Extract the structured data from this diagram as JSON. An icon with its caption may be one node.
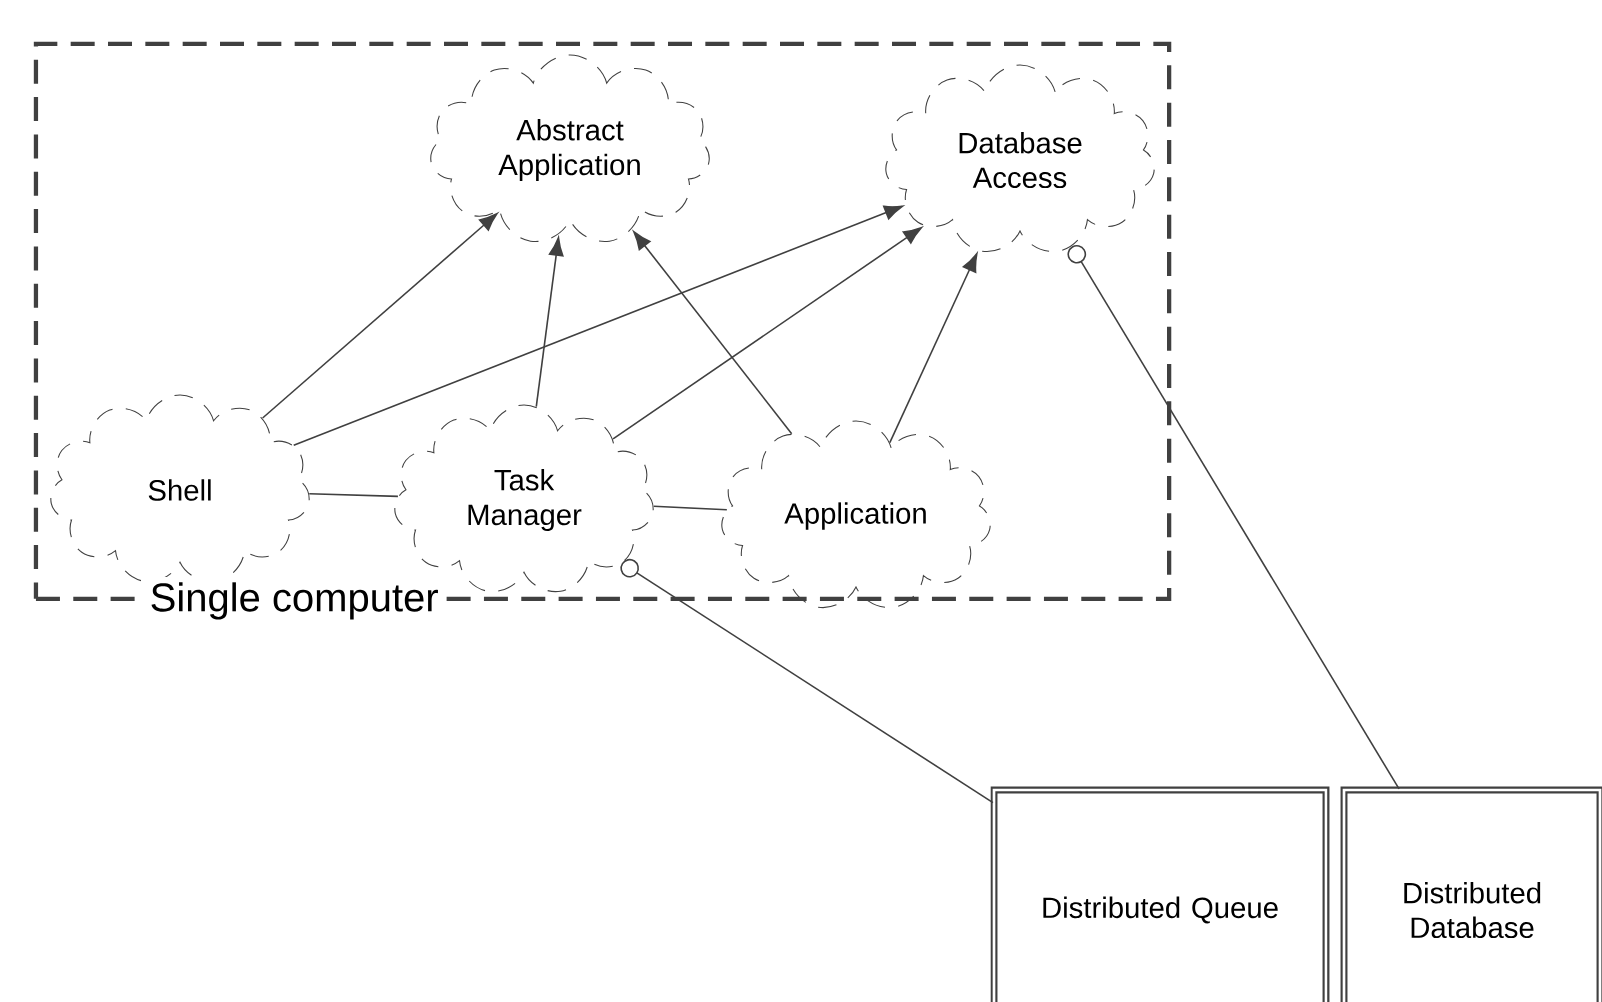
{
  "diagram": {
    "nodes": [
      {
        "text": [
          "Single computer"
        ]
      },
      {
        "text": [
          "Abstract Application"
        ],
        "in": 0
      },
      {
        "text": [
          "Database Access"
        ],
        "in": 0
      },
      {
        "text": [
          "Shell"
        ],
        "in": 0
      },
      {
        "text": [
          "Task Manager"
        ],
        "in": 0
      },
      {
        "text": [
          "Application"
        ],
        "in": 0
      },
      {
        "text": [
          "Distributed Queue"
        ]
      },
      {
        "text": [
          "Distributed Database"
        ]
      }
    ],
    "edges": [
      {
        "from": 3,
        "to": 1,
        "arrow": "to"
      },
      {
        "from": 3,
        "to": 2,
        "arrow": "to"
      },
      {
        "from": 4,
        "to": 1,
        "arrow": "to"
      },
      {
        "from": 4,
        "to": 2,
        "arrow": "to"
      },
      {
        "from": 5,
        "to": 1,
        "arrow": "to"
      },
      {
        "from": 5,
        "to": 2,
        "arrow": "to"
      },
      {
        "from": 3,
        "to": 4,
        "arrow": "none"
      },
      {
        "from": 4,
        "to": 5,
        "arrow": "none"
      },
      {
        "from": 4,
        "to": 6,
        "arrow": "other"
      },
      {
        "from": 2,
        "to": 7,
        "arrow": "other"
      }
    ]
  }
}
